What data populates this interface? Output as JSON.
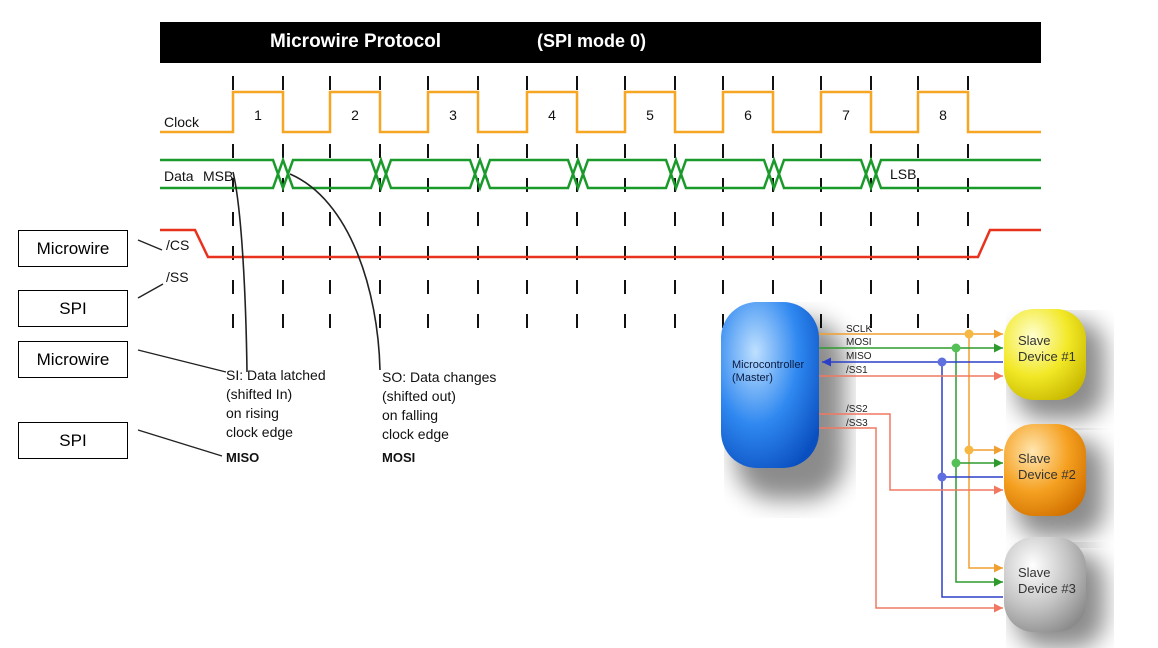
{
  "title": "Microwire Protocol",
  "subtitle": "(SPI mode 0)",
  "signals": {
    "clock": "Clock",
    "data": "Data",
    "msb": "MSB",
    "lsb": "LSB",
    "cs": "/CS",
    "ss": "/SS"
  },
  "clock_numbers": [
    "1",
    "2",
    "3",
    "4",
    "5",
    "6",
    "7",
    "8"
  ],
  "side_boxes": [
    "Microwire",
    "SPI",
    "Microwire",
    "SPI"
  ],
  "notes": {
    "si": [
      "SI: Data latched",
      "(shifted In)",
      "on rising",
      "clock edge"
    ],
    "so": [
      "SO: Data changes",
      "(shifted out)",
      "on falling",
      "clock edge"
    ],
    "miso": "MISO",
    "mosi": "MOSI"
  },
  "bus": {
    "master": [
      "Microcontroller",
      "(Master)"
    ],
    "lines": [
      "SCLK",
      "MOSI",
      "MISO",
      "/SS1",
      "/SS2",
      "/SS3"
    ],
    "slaves": [
      [
        "Slave",
        "Device #1"
      ],
      [
        "Slave",
        "Device #2"
      ],
      [
        "Slave",
        "Device #3"
      ]
    ]
  },
  "colors": {
    "clock": "#f5a623",
    "data": "#1a9a2a",
    "cs": "#e8321e",
    "sclk": "#f0a030",
    "mosi": "#2e9a2e",
    "miso": "#2b3fc8",
    "ss": "#f07860",
    "master": "#2f88f0",
    "slave1": "#f2e826",
    "slave2": "#f5a020",
    "slave3": "#b8b8b8"
  }
}
